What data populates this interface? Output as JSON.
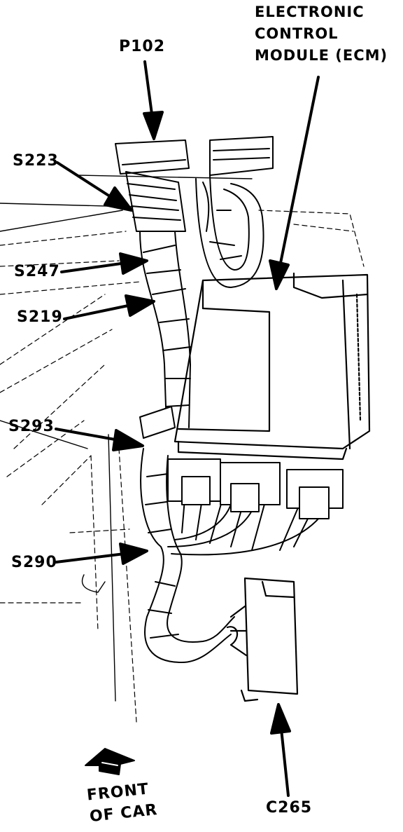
{
  "labels": {
    "p102": "P102",
    "ecm_line1": "ELECTRONIC",
    "ecm_line2": "CONTROL",
    "ecm_line3": "MODULE (ECM)",
    "s223": "S223",
    "s247": "S247",
    "s219": "S219",
    "s293": "S293",
    "s290": "S290",
    "c265": "C265",
    "front_line1": "FRONT",
    "front_line2": "OF CAR"
  },
  "colors": {
    "ink": "#000000",
    "paper": "#ffffff"
  }
}
